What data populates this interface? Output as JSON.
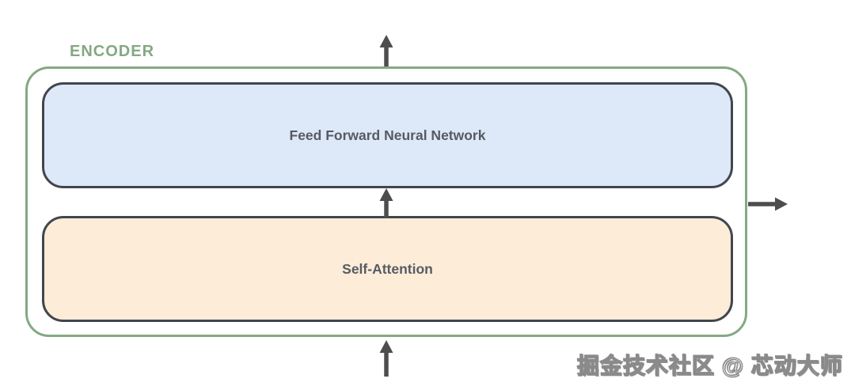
{
  "encoder": {
    "label": "ENCODER"
  },
  "blocks": {
    "ffn": {
      "label": "Feed Forward Neural Network"
    },
    "attention": {
      "label": "Self-Attention"
    }
  },
  "arrows": [
    {
      "name": "output-arrow-up",
      "direction": "up",
      "position": "above-encoder"
    },
    {
      "name": "internal-arrow-up",
      "direction": "up",
      "position": "between-blocks"
    },
    {
      "name": "input-arrow-up",
      "direction": "up",
      "position": "below-encoder"
    },
    {
      "name": "output-arrow-right",
      "direction": "right",
      "position": "right-of-encoder"
    }
  ],
  "watermark": {
    "text": "掘金技术社区 @ 芯动大师"
  },
  "colors": {
    "encoder_border": "#84a982",
    "encoder_label": "#84a982",
    "ffn_fill": "#dde9f8",
    "attention_fill": "#fcecd8",
    "block_border": "#41464e",
    "block_text": "#565b63",
    "arrow": "#4d4d4d",
    "watermark_fill": "#ffffff",
    "watermark_stroke": "#8a8a8a"
  }
}
